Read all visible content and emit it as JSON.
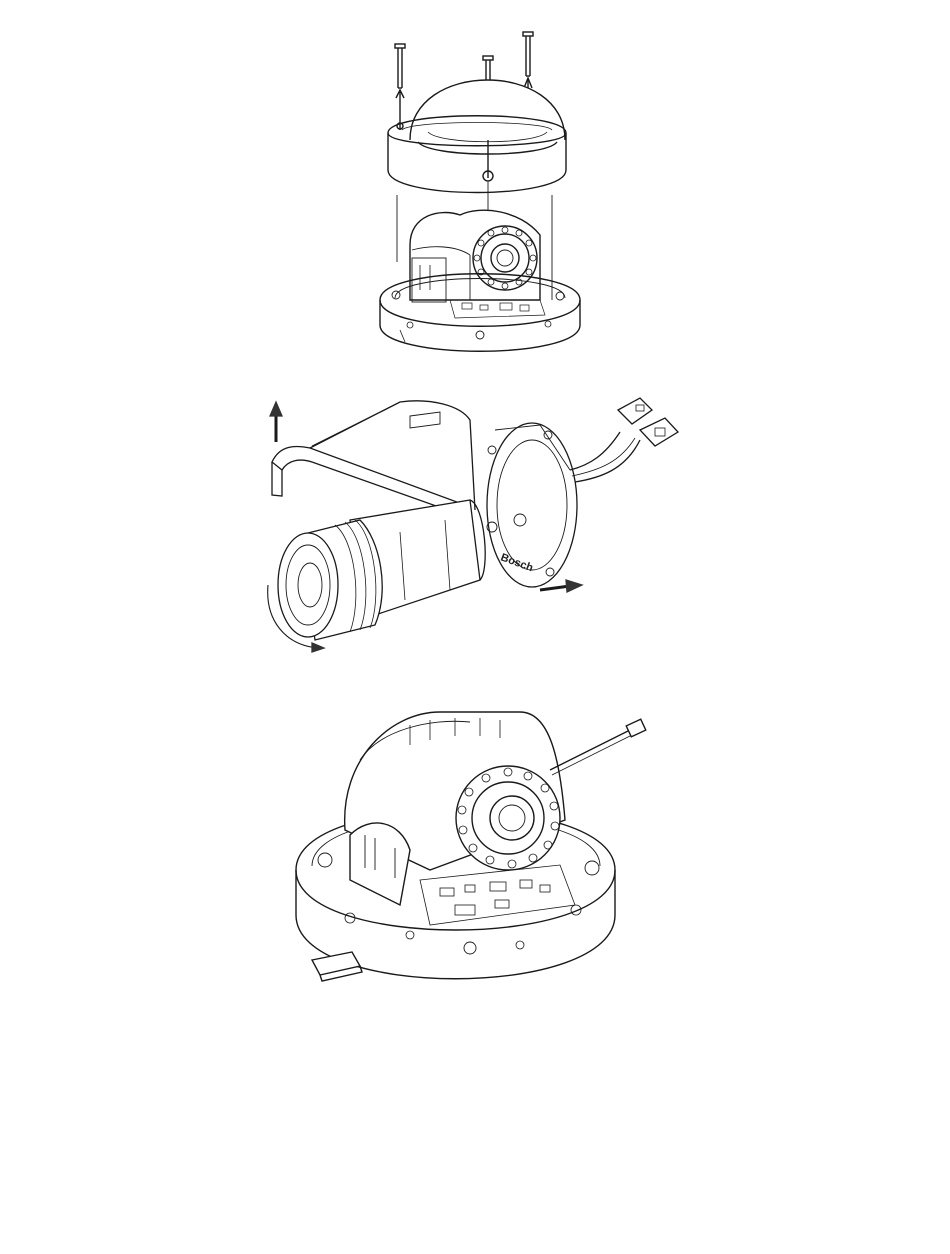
{
  "figures": [
    {
      "name": "dome-camera-cover-removal"
    },
    {
      "name": "bullet-camera-sunshield-removal"
    },
    {
      "name": "dome-camera-microsd-insertion"
    }
  ],
  "brand_text": "Bosch",
  "colors": {
    "line": "#1a1a1a",
    "arrow": "#333333",
    "background": "#ffffff"
  }
}
